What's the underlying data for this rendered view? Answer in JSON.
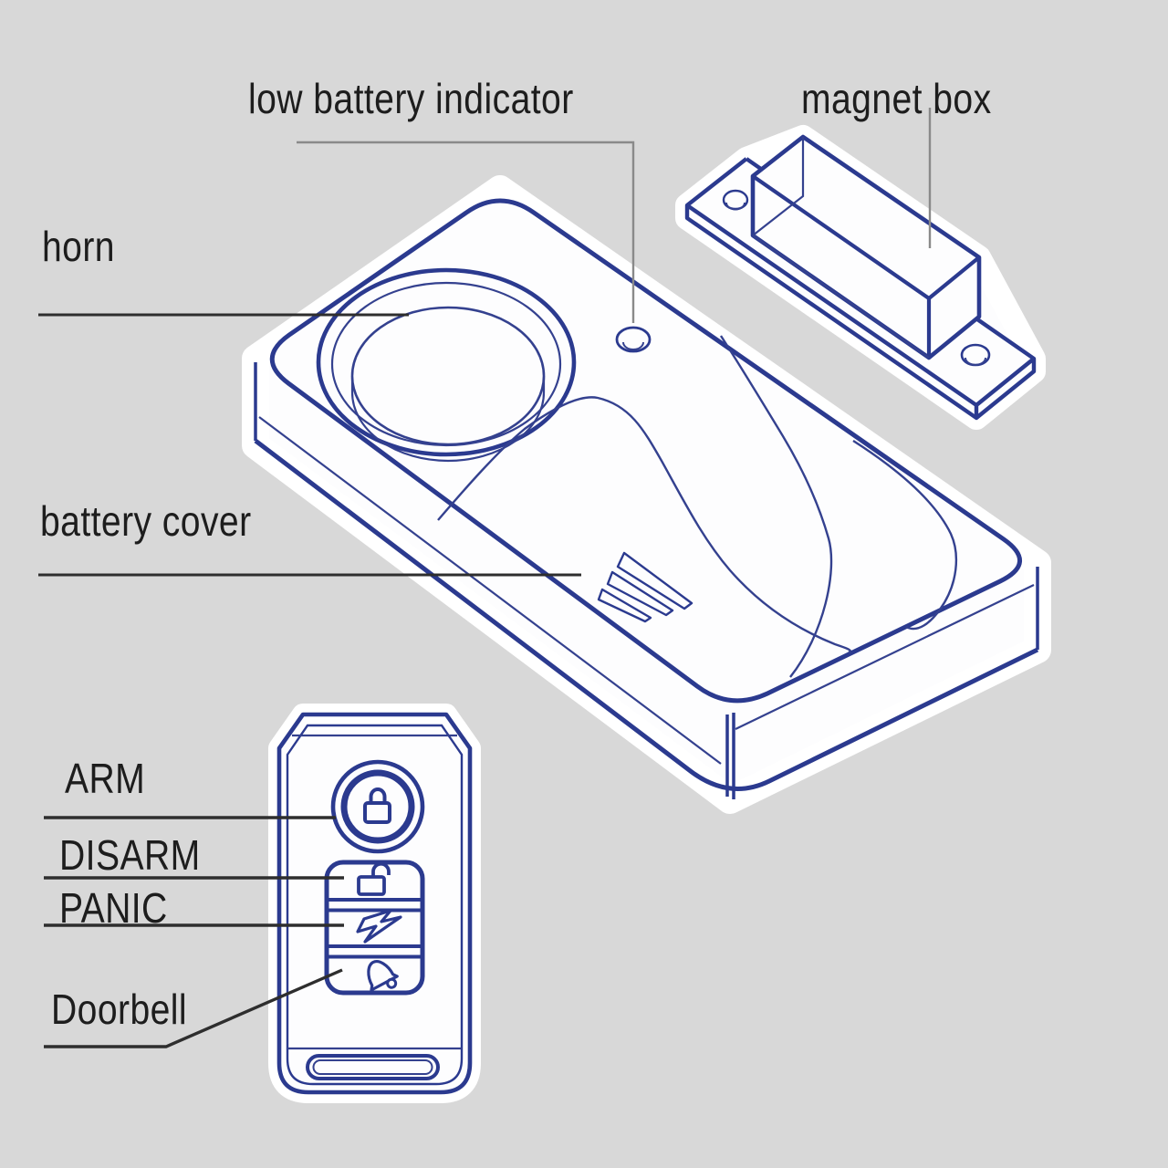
{
  "diagram": {
    "title": "door/window alarm parts diagram",
    "background_color": "#d8d8d8",
    "line_color": "#2b3a8f",
    "label_color": "#1d1d1d",
    "leader_dark_color": "#2e2e2e",
    "leader_gray_color": "#8a8a8a",
    "labels": {
      "horn": "horn",
      "low_battery": "low battery indicator",
      "magnet_box": "magnet box",
      "battery_cover": "battery cover",
      "arm": "ARM",
      "disarm": "DISARM",
      "panic": "PANIC",
      "doorbell": "Doorbell"
    },
    "remote_buttons": [
      {
        "label": "ARM",
        "icon": "lock-icon"
      },
      {
        "label": "DISARM",
        "icon": "unlock-icon"
      },
      {
        "label": "PANIC",
        "icon": "lightning-icon"
      },
      {
        "label": "Doorbell",
        "icon": "bell-icon"
      }
    ]
  }
}
